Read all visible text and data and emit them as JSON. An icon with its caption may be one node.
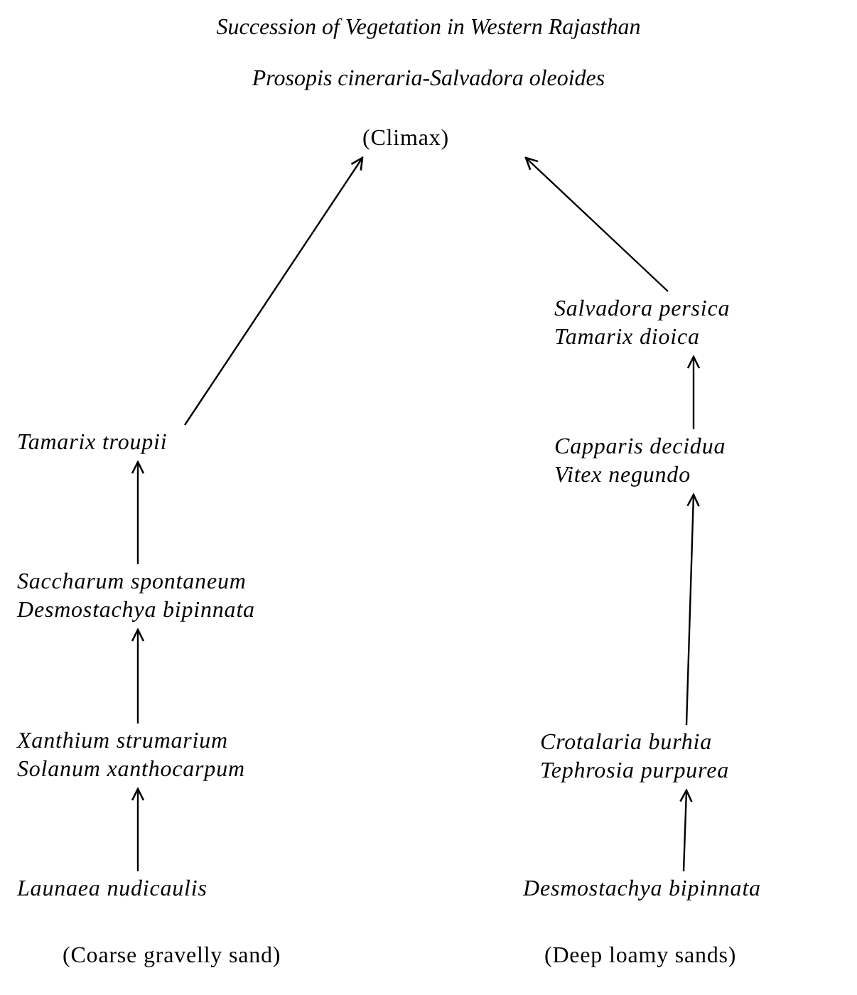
{
  "diagram": {
    "title": "Succession of Vegetation in Western Rajasthan",
    "nodes": [
      {
        "text": [
          "(Climax)"
        ]
      },
      {
        "text": [
          "Tamarix troupii"
        ]
      },
      {
        "text": [
          "Saccharum spontaneum",
          "Desmostachya bipinnata"
        ]
      },
      {
        "text": [
          "Xanthium strumarium",
          "Solanum xanthocarpum"
        ]
      },
      {
        "text": [
          "Launaea nudicaulis"
        ]
      },
      {
        "text": [
          "Salvadora persica",
          "Tamarix dioica"
        ]
      },
      {
        "text": [
          "Capparis decidua",
          "Vitex negundo"
        ]
      },
      {
        "text": [
          "Crotalaria burhia",
          "Tephrosia purpurea"
        ]
      },
      {
        "text": [
          "Desmostachya bipinnata"
        ]
      }
    ],
    "edges": [
      {
        "from": 4,
        "to": 3,
        "arrow": "to"
      },
      {
        "from": 3,
        "to": 2,
        "arrow": "to"
      },
      {
        "from": 2,
        "to": 1,
        "arrow": "to"
      },
      {
        "from": 1,
        "to": 0,
        "arrow": "to"
      },
      {
        "from": 8,
        "to": 7,
        "arrow": "to"
      },
      {
        "from": 7,
        "to": 6,
        "arrow": "to"
      },
      {
        "from": 6,
        "to": 5,
        "arrow": "to"
      },
      {
        "from": 5,
        "to": 0,
        "arrow": "to"
      }
    ],
    "labels": [
      "Prosopis cineraria-Salvadora oleoides",
      "(Coarse gravelly sand)",
      "(Deep loamy sands)"
    ]
  }
}
